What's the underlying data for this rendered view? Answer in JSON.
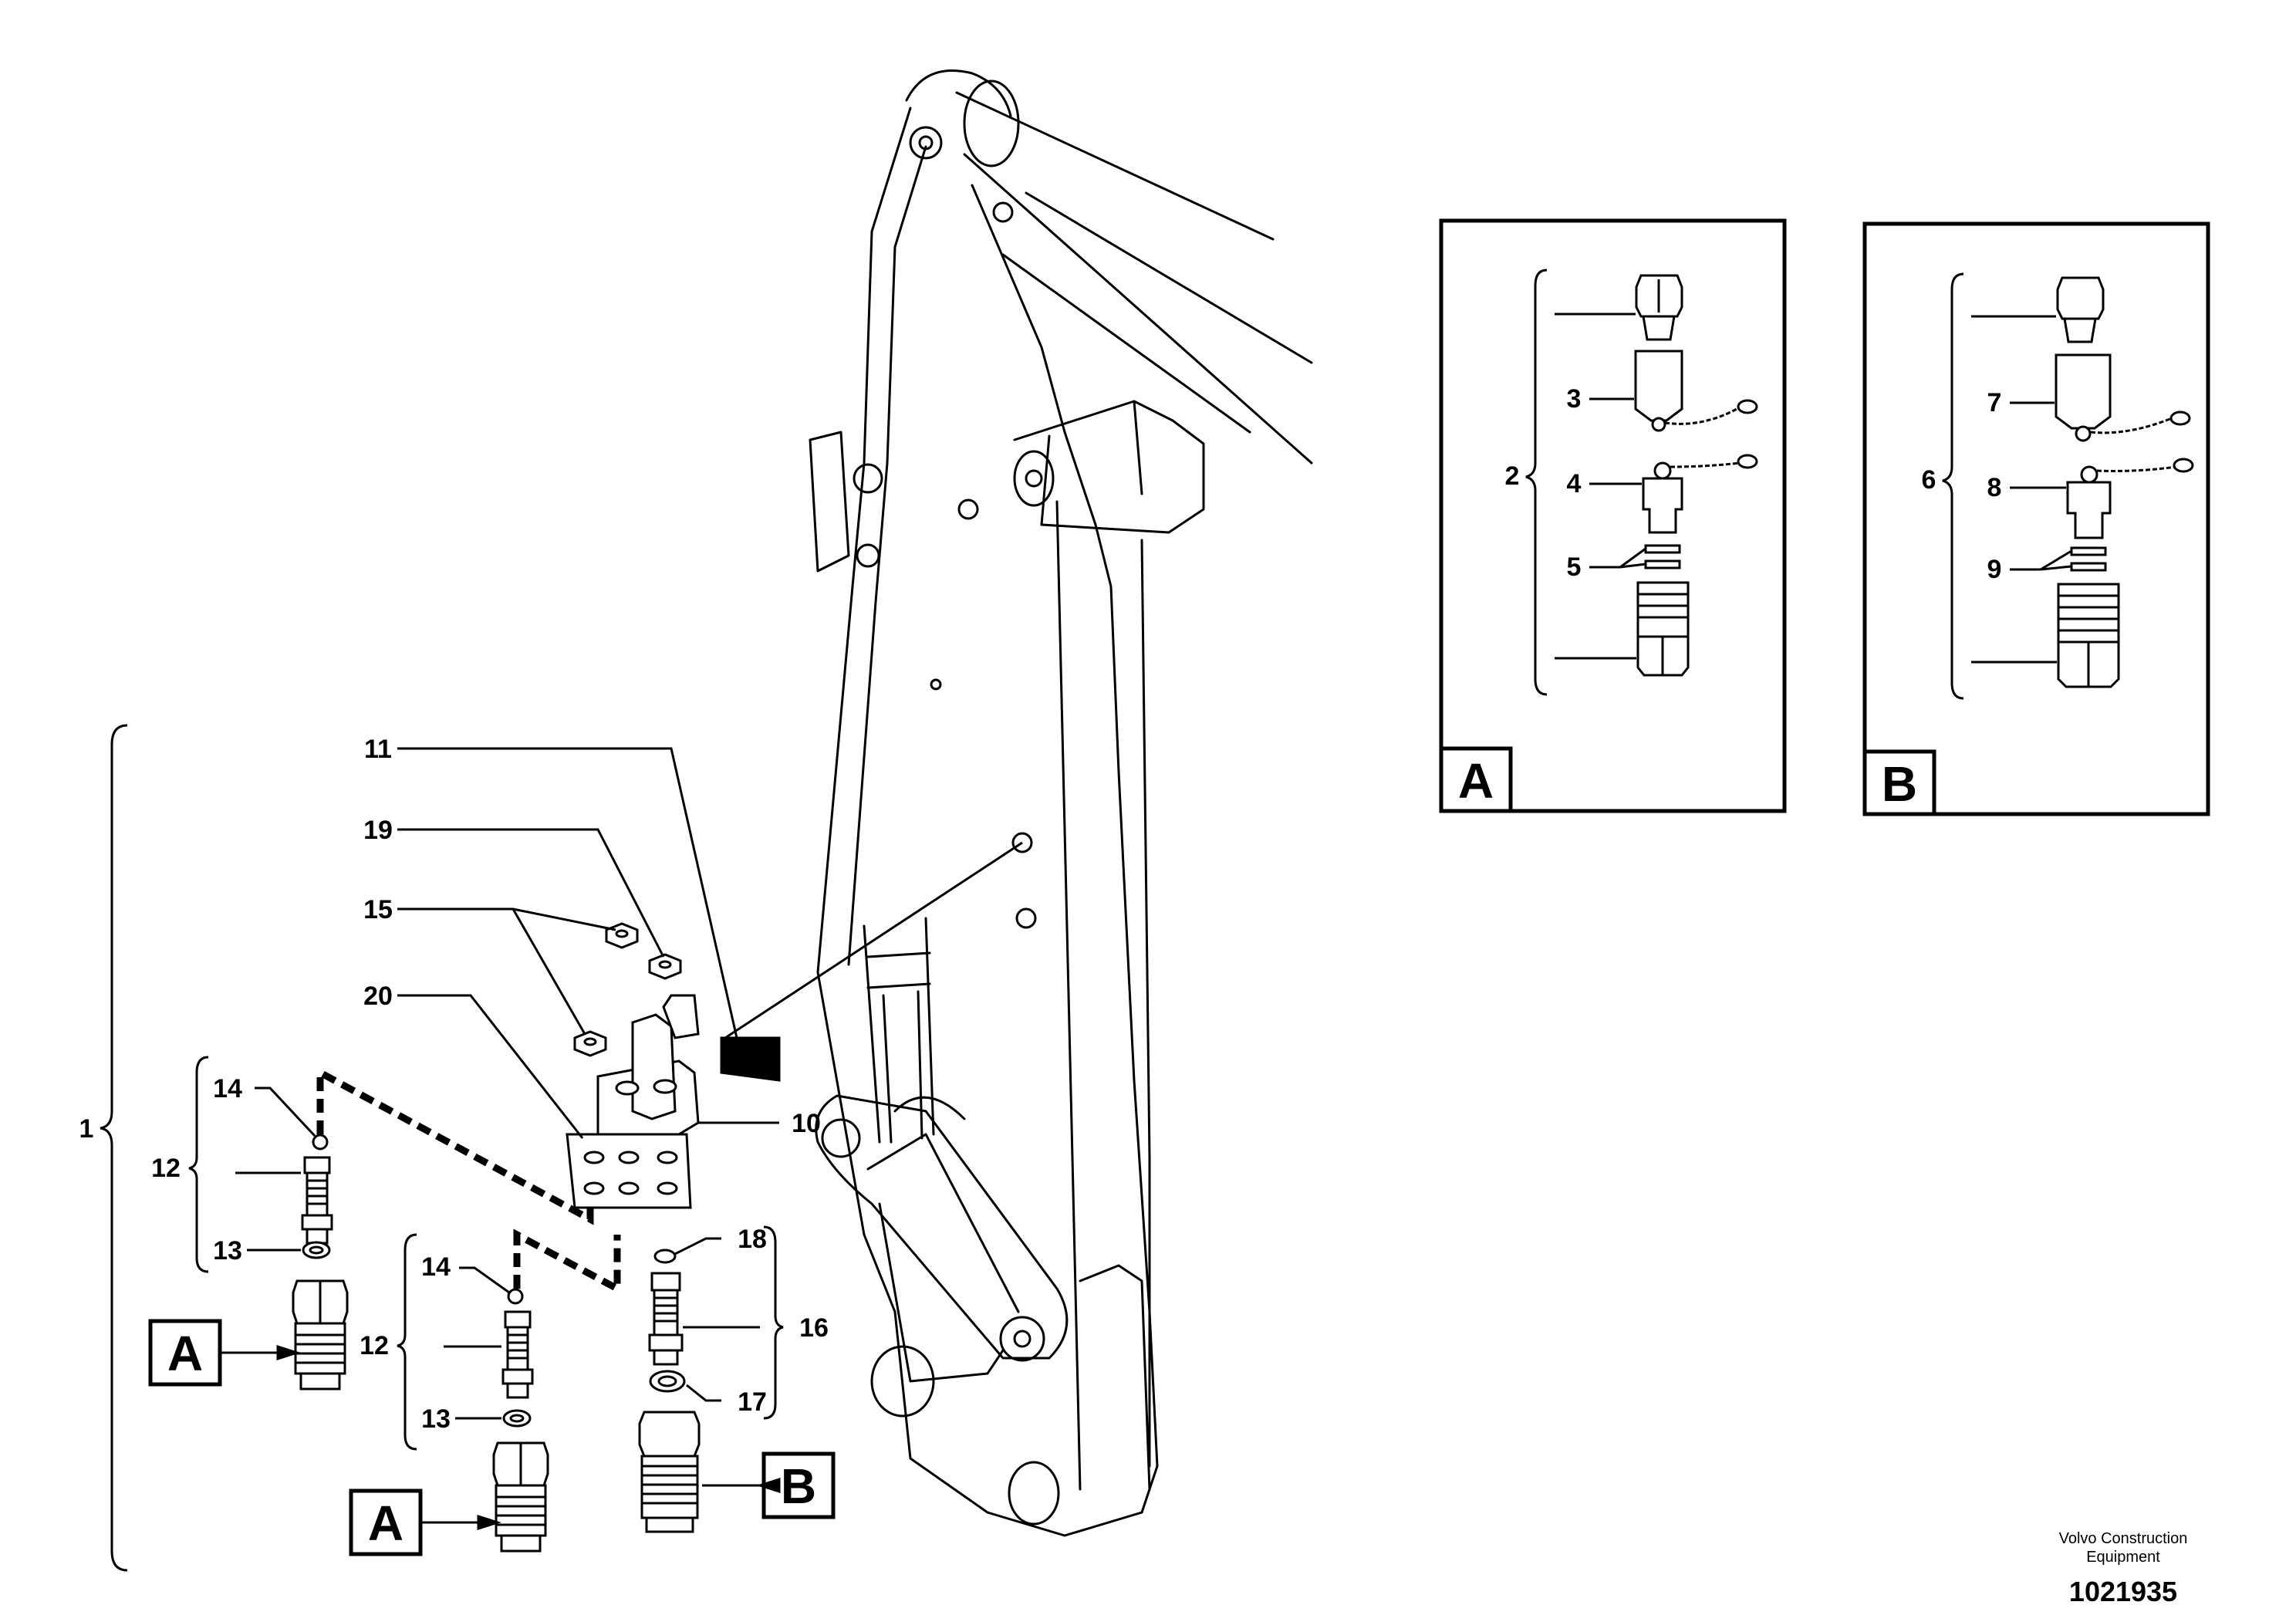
{
  "callouts": {
    "n1": "1",
    "n2": "2",
    "n3": "3",
    "n4": "4",
    "n5": "5",
    "n6": "6",
    "n7": "7",
    "n8": "8",
    "n9": "9",
    "n10": "10",
    "n11": "11",
    "n12a": "12",
    "n12b": "12",
    "n13a": "13",
    "n13b": "13",
    "n14a": "14",
    "n14b": "14",
    "n15": "15",
    "n16": "16",
    "n17": "17",
    "n18": "18",
    "n19": "19",
    "n20": "20"
  },
  "reference_boxes": {
    "detail_a": "A",
    "detail_b": "B",
    "coupling_a_upper": "A",
    "coupling_a_lower": "A",
    "coupling_b": "B"
  },
  "footer": {
    "company_line1": "Volvo Construction",
    "company_line2": "Equipment",
    "drawing_number": "1021935"
  },
  "colors": {
    "line": "#000000",
    "background": "#ffffff"
  }
}
